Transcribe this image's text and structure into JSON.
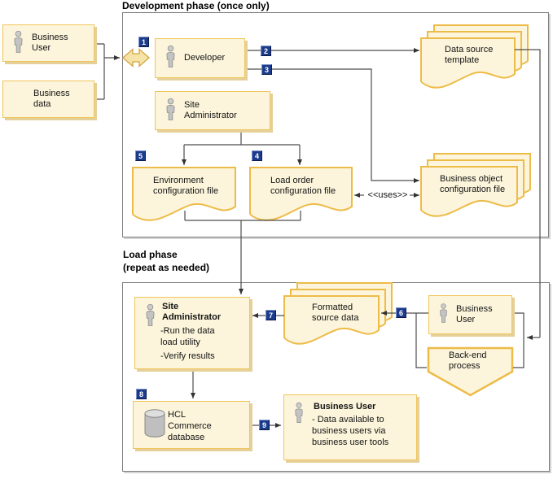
{
  "steps": [
    "1",
    "2",
    "3",
    "4",
    "5",
    "6",
    "7",
    "8",
    "9"
  ],
  "outside": {
    "business_user": "Business User",
    "business_data": "Business data"
  },
  "development_phase": {
    "title": "Development phase (once only)",
    "developer": "Developer",
    "site_administrator": "Site Administrator",
    "data_source_template": "Data source template",
    "environment_config_file": "Environment configuration file",
    "load_order_config_file": "Load order configuration file",
    "business_object_config_file": "Business object configuration file",
    "uses_label": "<<uses>>"
  },
  "load_phase": {
    "title": "Load phase",
    "subtitle": "(repeat as needed)",
    "site_administrator_title": "Site Administrator",
    "site_administrator_task1": "-Run the data load utility",
    "site_administrator_task2": "-Verify results",
    "formatted_source_data": "Formatted source data",
    "business_user": "Business User",
    "back_end_process": "Back-end process",
    "database": "HCL Commerce database",
    "result_title": "Business User",
    "result_description": "- Data available to business users via business user tools"
  },
  "colors": {
    "box_fill": "#FCF5DB",
    "box_border": "#F0C55C",
    "badge_blue": "#1B3C8C",
    "phase_border": "#7E7E7E",
    "line": "#4D4D4D"
  }
}
